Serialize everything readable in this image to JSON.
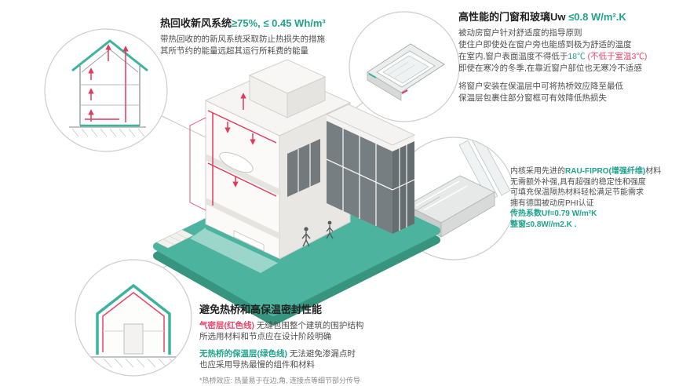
{
  "colors": {
    "teal_text": "#1fa38d",
    "red_text": "#e8446a",
    "duct_red": "#e23a5f",
    "insulation_teal": "#3db39e",
    "ground_teal": "#4cb39f",
    "ground_teal_dark": "#37957f",
    "glass_gray": "#747b7e"
  },
  "hrv": {
    "title": "热回收新风系统",
    "title_value": "≥75%, ≤ 0.45 Wh/m³",
    "line1": "带热回收的的新风系统采取防止热损失的措施",
    "line2": "其所节约的能量远超其运行所耗费的能量"
  },
  "glazing": {
    "title": "高性能的门窗和玻璃Uw",
    "title_value": " ≤0.8 W/m².K",
    "line1": "被动房窗户针对舒适度的指导原则",
    "line2": "使住户即使处在窗户旁也能感到极为舒适的温度",
    "line3_pre": "在室内,窗户表面温度不得低于",
    "line3_temp": "18℃ ",
    "line3_paren": "(不低于室温3℃)",
    "line4": "即使在寒冷的冬季,在靠近窗户部位也无寒冷不适感",
    "line5": "将窗户安装在保温层中可将热桥效应降至最低",
    "line6": "保温层包裹住部分窗框可有效降低热损失"
  },
  "profile": {
    "line1_pre": "内核采用先进的",
    "line1_brand": "RAU-FIPRO(增强纤维)",
    "line1_post": "材料",
    "line2": "无需额外补强,具有超强的稳定性和强度",
    "line3": "可填充保温隔热材料轻松满足节能需求",
    "line4": "拥有德国被动房PHI认证",
    "line5": "传热系数Uf=0.79 W/m²K",
    "line6": "整窗≤0.8W//m2.K ."
  },
  "thermal": {
    "title": "避免热桥和高保温密封性能",
    "airtight_label": "气密层(红色线)",
    "airtight_text": " 无缝包围整个建筑的围护结构",
    "line2": "所选用材料和节点应在设计阶段明确",
    "insulation_label": "无热桥的保温层(绿色线)",
    "insulation_text": " 无法避免渗漏点时",
    "line4": "也应采用导热最慢的组件和材料",
    "footnote": "*热桥效应: 热量易于在边,角, 连接点等细节部分传导"
  },
  "icons": {
    "ventilation_detail": "ventilation-section-icon",
    "window_corner_detail": "window-corner-icon",
    "window_profile_detail": "window-profile-icon",
    "insulation_detail": "insulated-house-section-icon"
  }
}
